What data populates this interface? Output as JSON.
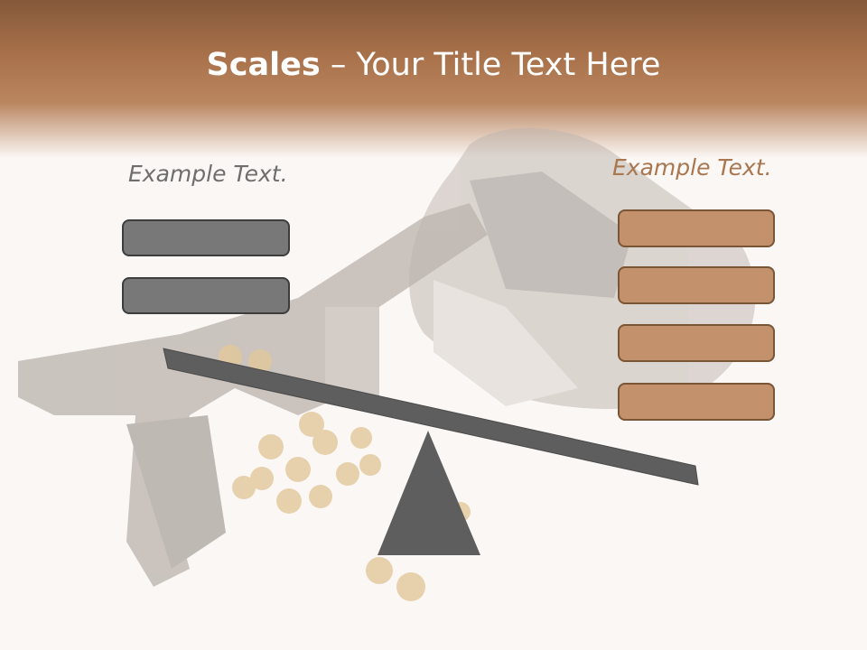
{
  "slide": {
    "title_bold": "Scales",
    "title_rest": " – Your Title Text Here"
  },
  "left_panel": {
    "label": "Example Text.",
    "items": [
      "",
      ""
    ]
  },
  "right_panel": {
    "label": "Example Text.",
    "items": [
      "",
      "",
      "",
      ""
    ]
  },
  "colors": {
    "header_brown": "#85593a",
    "left_box": "#787878",
    "right_box": "#c3916b",
    "right_label": "#a8774f",
    "beam": "#5e5e5e"
  }
}
